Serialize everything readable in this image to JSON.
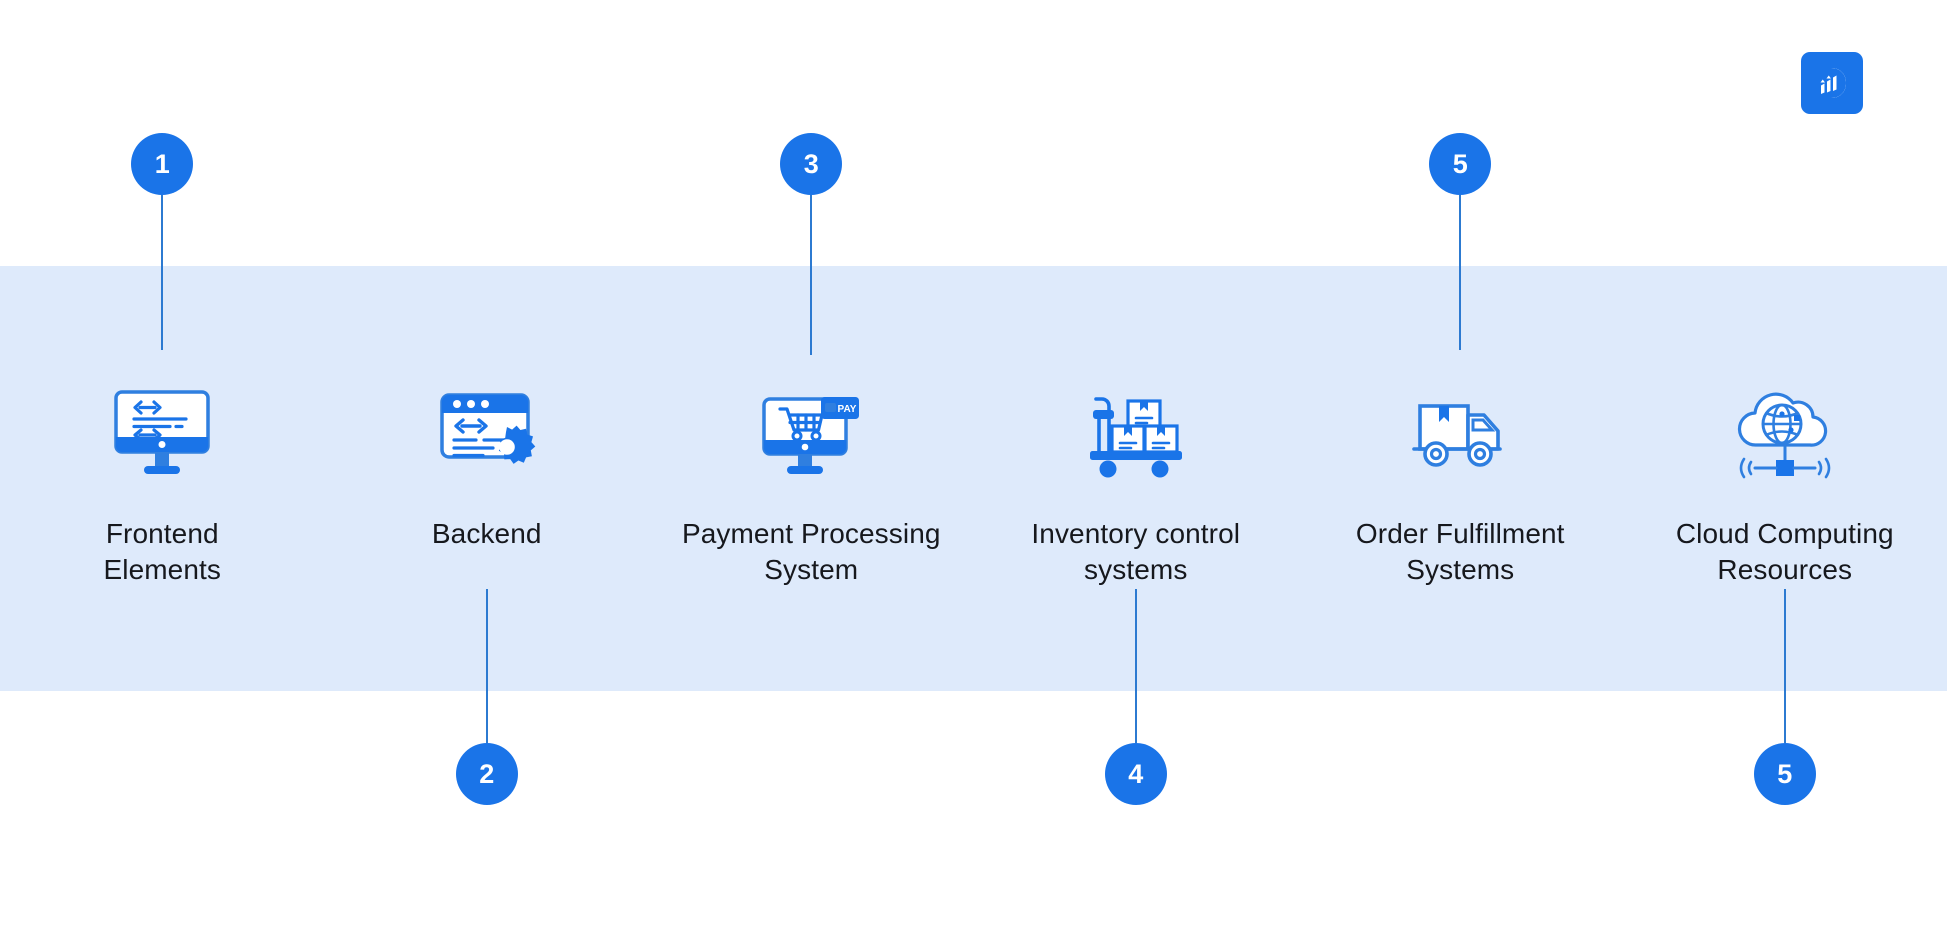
{
  "logo": {
    "name": "brand-logo-d",
    "color": "#1a74e8"
  },
  "theme": {
    "accent": "#1a74e8",
    "band_background": "#deeafb",
    "page_background": "#ffffff",
    "connector": "#2c7ad1",
    "label_color": "#16181d"
  },
  "steps": [
    {
      "badge": "1",
      "label": "Frontend\nElements",
      "icon": "monitor-code-icon",
      "position": "up",
      "line_length": 155
    },
    {
      "badge": "2",
      "label": "Backend",
      "icon": "browser-gear-code-icon",
      "position": "down",
      "line_length": 154
    },
    {
      "badge": "3",
      "label": "Payment Processing\nSystem",
      "icon": "monitor-cart-pay-icon",
      "position": "up",
      "line_length": 160
    },
    {
      "badge": "4",
      "label": "Inventory control\nsystems",
      "icon": "hand-truck-boxes-icon",
      "position": "down",
      "line_length": 154
    },
    {
      "badge": "5",
      "label": "Order Fulfillment\nSystems",
      "icon": "delivery-truck-icon",
      "position": "up",
      "line_length": 155
    },
    {
      "badge": "5",
      "label": "Cloud Computing\nResources",
      "icon": "cloud-globe-network-icon",
      "position": "down",
      "line_length": 154
    }
  ]
}
